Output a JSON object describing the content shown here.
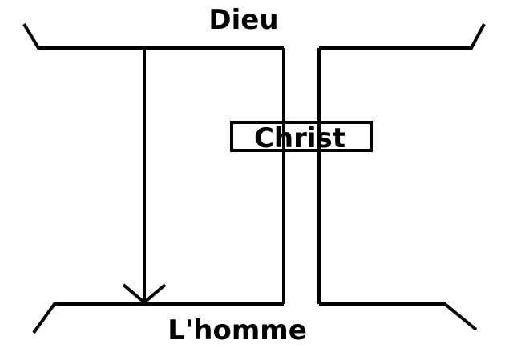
{
  "diagram": {
    "top_label": "Dieu",
    "middle_label": "Christ",
    "bottom_label": "L'homme"
  }
}
